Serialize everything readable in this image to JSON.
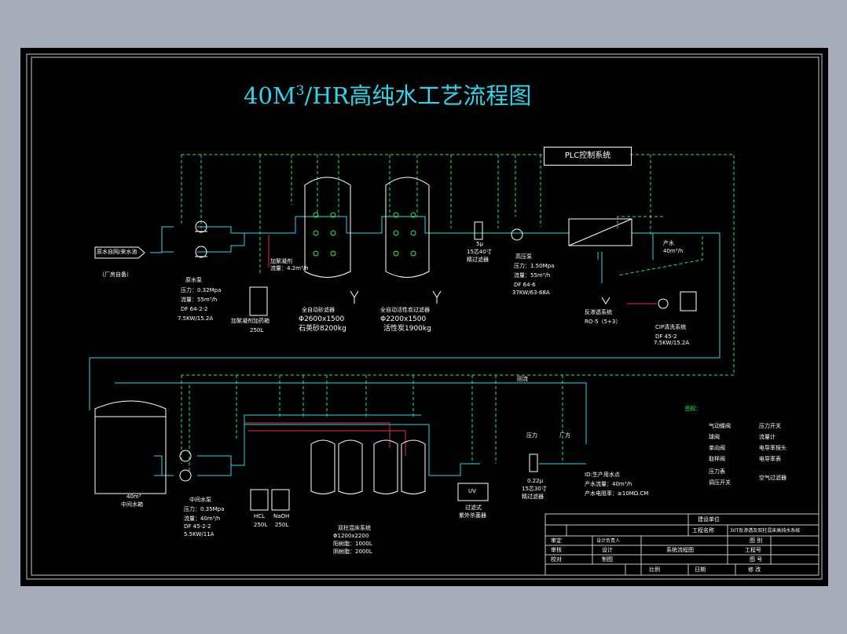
{
  "title_main": "40M",
  "title_sup": "3",
  "title_rest": "/HR高纯水工艺流程图",
  "plc": "PLC控制系统",
  "labels": {
    "raw_inlet": "原水自网/来水池",
    "factory_supply": "（厂房自备）",
    "raw_pump_name": "原水泵",
    "raw_pump_pressure": "压力：0.32Mpa",
    "raw_pump_flow": "流量：55m³/h",
    "raw_pump_model": "DF 64-2-2",
    "raw_pump_power": "7.5KW/15.2A",
    "dosing_tank": "加絮凝剂加药箱",
    "dosing_vol": "250L",
    "dosing_note1": "加絮凝剂",
    "dosing_note2": "流量：4.2m³/h",
    "sand_filter": "全自动砂滤器",
    "sand_size": "Φ2600x1500",
    "sand_media": "石英砂8200kg",
    "carbon_filter": "全自动活性炭过滤器",
    "carbon_size": "Φ2200x1500",
    "carbon_media": "活性炭1900kg",
    "precision_size": "5μ",
    "precision_model": "15芯40寸",
    "precision_name": "精过滤器",
    "hp_pump_name": "高压泵",
    "hp_pump_pressure": "压力：1.50Mpa",
    "hp_pump_flow": "流量：55m³/h",
    "hp_pump_model": "DF 64-6",
    "hp_pump_power": "37KW/63-68A",
    "ro_name": "反渗透系统",
    "ro_model": "RO-5（5+3）",
    "product_water": "产水",
    "product_flow": "40m³/h",
    "cip_name": "CIP清洗系统",
    "cip_model": "DF 45-2",
    "cip_power": "7.5KW/15.2A",
    "mid_tank": "40m³",
    "mid_tank_name": "中间水箱",
    "mid_pump_name": "中间水泵",
    "mid_pump_pressure": "压力：0.35Mpa",
    "mid_pump_flow": "流量：40m³/h",
    "mid_pump_model": "DF 45-2-2",
    "mid_pump_power": "5.5KW/11A",
    "hcl": "HCL",
    "hcl_vol": "250L",
    "naoh": "NaOH",
    "naoh_vol": "250L",
    "mixed_bed": "双柱混床系统",
    "mixed_size": "Φ1200x2200",
    "mixed_resin1": "阳树脂：1000L",
    "mixed_resin2": "阴树脂：2000L",
    "uv_name": "UV",
    "uv_label1": "过滤式",
    "uv_label2": "紫外杀菌器",
    "terminal_size": "0.22μ",
    "terminal_model": "15芯30寸",
    "terminal_name": "精过滤器",
    "return": "回流",
    "pressure_gauge": "压力",
    "factory": "厂方",
    "product_to": "ID:生产用水点",
    "product_flow2": "产水流量：40m³/h",
    "product_resist": "产水电阻率：≥10MΩ.CM"
  },
  "legend": {
    "title": "图标：",
    "items": [
      "气动蝶阀",
      "球阀",
      "单向阀",
      "取样阀",
      "压力表",
      "调压开关"
    ],
    "items2": [
      "压力开关",
      "流量计",
      "电导率探头",
      "电导率表",
      "",
      "空气过滤器"
    ]
  },
  "titleblock": {
    "client_label": "建设单位",
    "project_label": "工程名称",
    "project_value": "30T反渗透及双柱混床高纯水系统",
    "figure_label": "图 别",
    "approve": "审定",
    "approve2": "设计负责人",
    "review": "审核",
    "design": "设计",
    "drawing_name": "系统流程图",
    "proj_no": "工程号",
    "check": "校对",
    "draw": "制图",
    "fig_no": "图 号",
    "scale": "比例",
    "date": "日期",
    "revision": "修 改"
  }
}
